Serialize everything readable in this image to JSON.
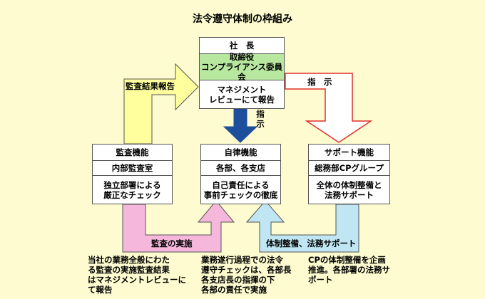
{
  "title": "法令遵守体制の枠組み",
  "top_box": {
    "header": "社　長",
    "committee": [
      "取締役",
      "コンプライアンス委員会"
    ],
    "review": [
      "マネジメント",
      "レビューにて報告"
    ]
  },
  "boxes": {
    "audit": {
      "header": "監査機能",
      "unit": "内部監査室",
      "desc": [
        "独立部署による",
        "厳正なチェック"
      ]
    },
    "self": {
      "header": "自律機能",
      "unit": "各部、各支店",
      "desc": [
        "自己責任による",
        "事前チェックの徹底"
      ]
    },
    "support": {
      "header": "サポート機能",
      "unit": "総務部CPグループ",
      "desc": [
        "全体の体制整備と",
        "法務サポート"
      ]
    }
  },
  "arrows": {
    "audit_report": "監査結果報告",
    "instruct_right": "指　示",
    "instruct_down": [
      "指",
      "示"
    ],
    "audit_exec": "監査の実施",
    "support_exec": "体制整備、法務サポート"
  },
  "notes": {
    "left": [
      "当社の業務全般にわた",
      "る監査の実施監査結果",
      "はマネジメントレビューに",
      "て報告"
    ],
    "middle": [
      "業務遂行過程での法令",
      "遵守チェックは、各部長",
      "各支店長の指揮の下",
      "各部の責任で実施"
    ],
    "right": [
      "CPの体制整備を企画",
      "推進。各部署の法務サ",
      "ポート"
    ]
  },
  "colors": {
    "background": "#fdfbcf",
    "yellow_arrow": "#ffff9e",
    "pink_arrow": "#f5b8dc",
    "blue_arrow": "#bfe6f2",
    "navy_arrow": "#1d4f9c",
    "red_outline": "#e0302a",
    "committee_fill": "#b8e8a0"
  }
}
